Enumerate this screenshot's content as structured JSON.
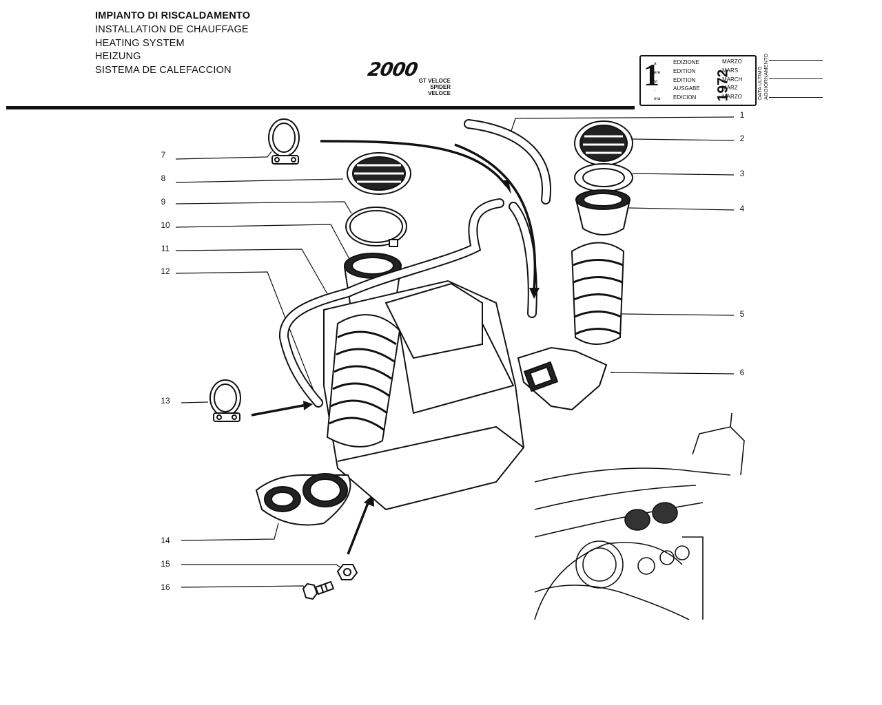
{
  "header": {
    "titles": [
      "IMPIANTO DI RISCALDAMENTO",
      "INSTALLATION DE CHAUFFAGE",
      "HEATING SYSTEM",
      "HEIZUNG",
      "SISTEMA DE CALEFACCION"
    ],
    "model": "2000",
    "model_sub": [
      "GT VELOCE",
      "SPIDER VELOCE"
    ]
  },
  "edition": {
    "number": "1",
    "superscripts": [
      "a",
      "ere",
      "st",
      ".",
      "era"
    ],
    "labels": [
      "EDIZIONE",
      "EDITION",
      "EDITION",
      "AUSGABE",
      "EDICION"
    ],
    "year": "1972",
    "months": [
      "MARZO",
      "MARS",
      "MARCH",
      "MÄRZ",
      "MARZO"
    ]
  },
  "update_labels": [
    "DATA ULTIMO",
    "AGGIORNAMENTO"
  ],
  "callouts": {
    "left": [
      "7",
      "8",
      "9",
      "10",
      "11",
      "12",
      "13",
      "14",
      "15",
      "16"
    ],
    "right": [
      "1",
      "2",
      "3",
      "4",
      "5",
      "6"
    ]
  }
}
